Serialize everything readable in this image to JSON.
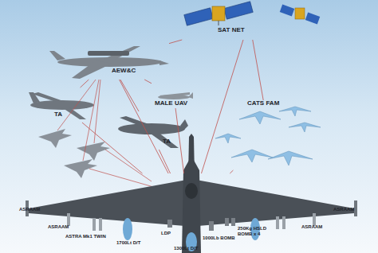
{
  "diagram": {
    "nodes": [
      {
        "text": [
          "SAT NET"
        ]
      },
      {
        "text": [
          "AEW&C"
        ]
      },
      {
        "text": [
          "TA"
        ]
      },
      {
        "text": [
          "MALE UAV"
        ]
      },
      {
        "text": [
          "TA"
        ]
      },
      {
        "text": [
          "CATS FAM"
        ]
      },
      {
        "text": [
          "ASRAAM",
          "ASRAAM",
          "ASTRA Mk1 TWIN",
          "1700Lt D/T",
          "LDP",
          "1300Lt D/T",
          "1000Lb BOMB",
          "250Kg HSLD BOMB x 4",
          "ASRAAM",
          "ASRAAM"
        ]
      }
    ],
    "edges": [
      {
        "from": 0,
        "to": 1,
        "arrow": "none"
      },
      {
        "from": 0,
        "to": 6,
        "arrow": "none"
      },
      {
        "from": 0,
        "to": 5,
        "arrow": "none"
      },
      {
        "from": 1,
        "to": 2,
        "arrow": "none"
      },
      {
        "from": 1,
        "to": 4,
        "arrow": "none"
      },
      {
        "from": 1,
        "to": 3,
        "arrow": "none"
      },
      {
        "from": 1,
        "to": 6,
        "arrow": "none"
      },
      {
        "from": 6,
        "to": 2,
        "arrow": "none"
      },
      {
        "from": 6,
        "to": 4,
        "arrow": "none"
      },
      {
        "from": 6,
        "to": 3,
        "arrow": "none"
      },
      {
        "from": 6,
        "to": 5,
        "arrow": "none"
      }
    ]
  }
}
